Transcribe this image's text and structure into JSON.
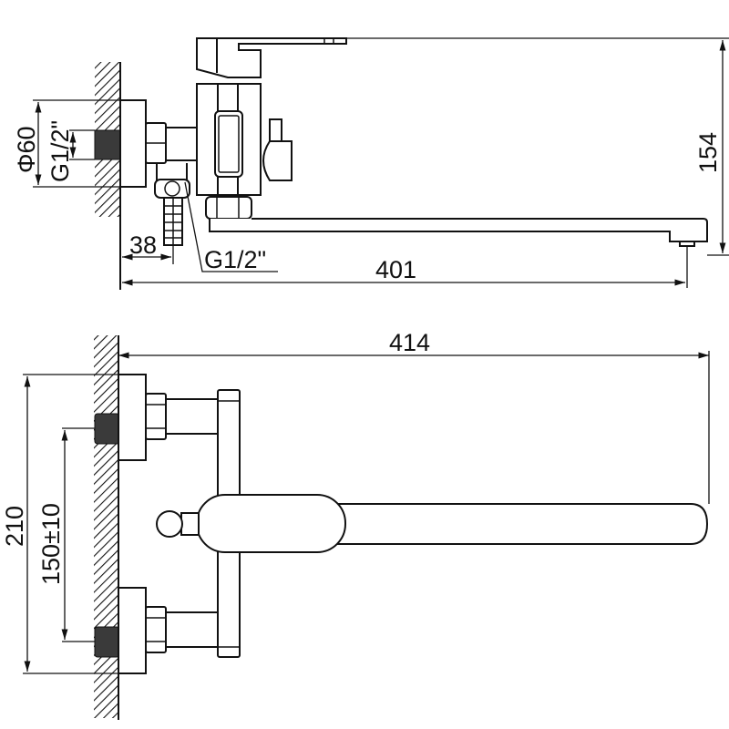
{
  "drawing": {
    "title": "Wall-mounted bath mixer technical drawing",
    "side_view": {
      "dimensions": {
        "pipe_diameter": "Φ60",
        "inlet_thread": "G1/2\"",
        "hose_offset": "38",
        "hose_thread": "G1/2\"",
        "total_length": "401",
        "height": "154"
      }
    },
    "top_view": {
      "dimensions": {
        "spout_length": "414",
        "total_height": "210",
        "inlet_spacing": "150±10"
      }
    },
    "colors": {
      "line": "#111111",
      "background": "#ffffff",
      "thread_fill": "#3a3a3a"
    }
  }
}
